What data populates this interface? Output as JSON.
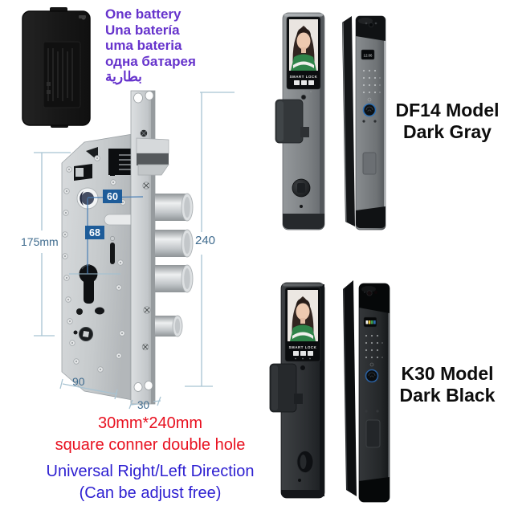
{
  "battery": {
    "caption_lines": [
      "One battery",
      "Una batería",
      "uma bateria",
      "одна батарея",
      "بطارية"
    ]
  },
  "diagram": {
    "dims": {
      "d240": "240",
      "d175": "175mm",
      "d60": "60",
      "d68": "68",
      "d90": "90",
      "d30": "30"
    },
    "caption_red": [
      "30mm*240mm",
      "square conner double hole"
    ],
    "caption_blue": [
      "Universal Right/Left Direction",
      "(Can be adjust free)"
    ]
  },
  "products": {
    "df14": {
      "model": "DF14 Model",
      "finish": "Dark Gray",
      "screen_brand": "SMART LOCK",
      "display_time": "12:06"
    },
    "k30": {
      "model": "K30 Model",
      "finish": "Dark Black",
      "screen_brand": "SMART LOCK"
    }
  },
  "colors": {
    "purple_text": "#6633cc",
    "red_text": "#e8101f",
    "blue_text": "#2d1fd1",
    "dim_text": "#3f6b8e",
    "dim_badge_bg": "#1e5c99",
    "dim_line": "#a8c3d2",
    "model_text": "#0d0d0d"
  }
}
